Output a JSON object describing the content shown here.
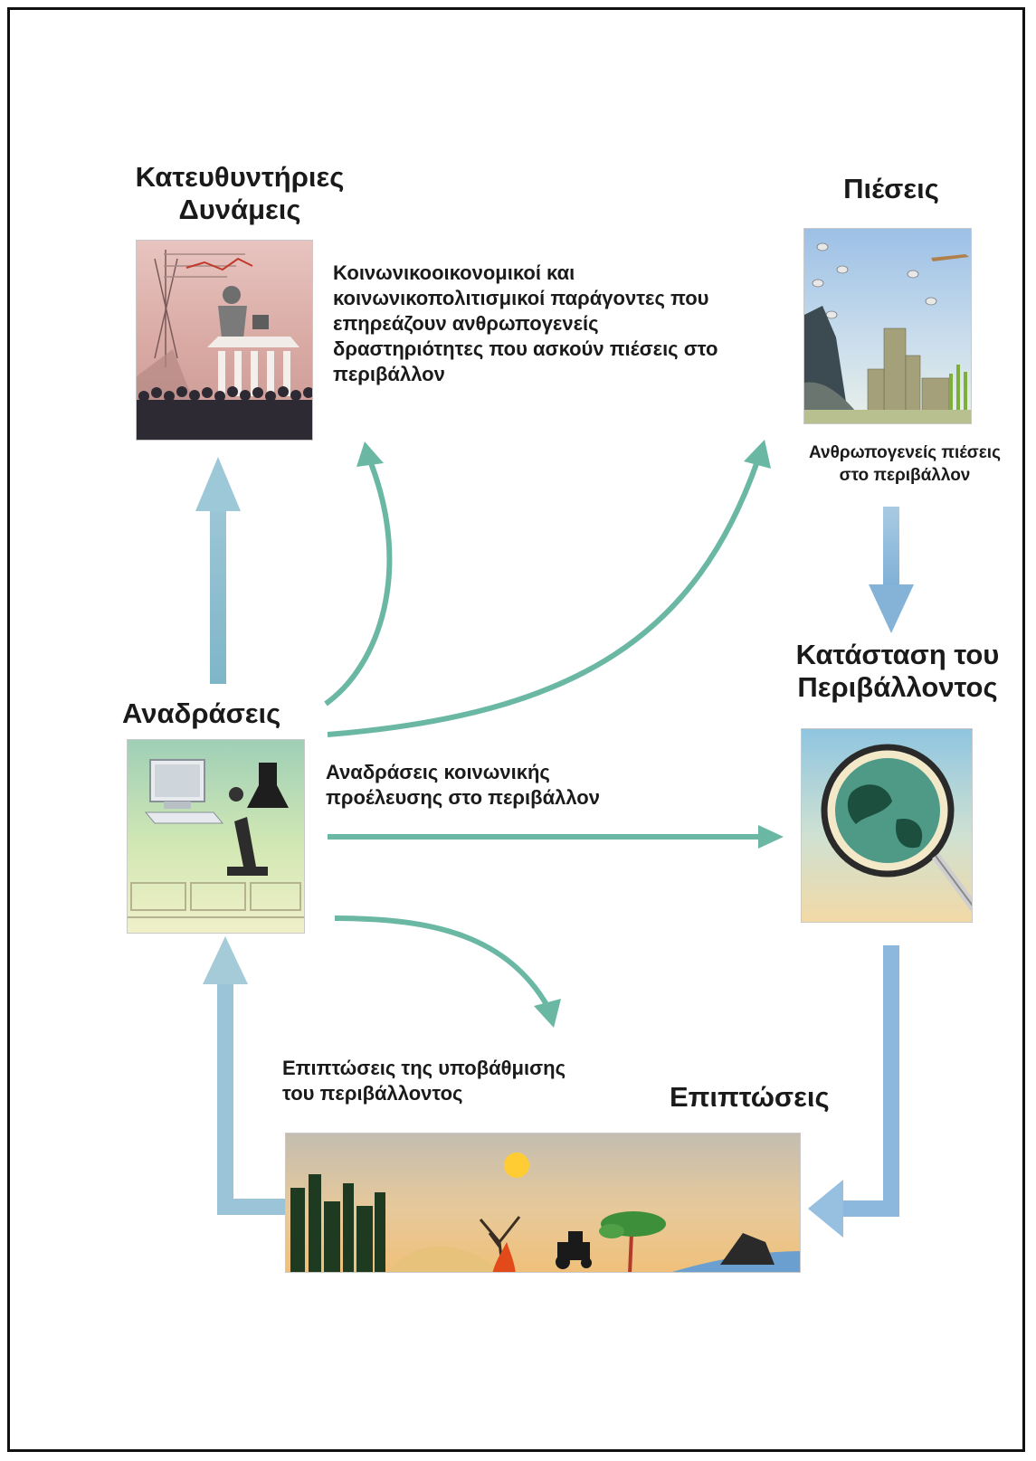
{
  "nodes": {
    "driving_forces": {
      "title_lines": [
        "Κατευθυντήριες",
        "Δυνάμεις"
      ],
      "description_lines": [
        "Κοινωνικοοικονομικοί και",
        "κοινωνικοπολιτισμικοί παράγοντες που",
        "επηρεάζουν ανθρωπογενείς",
        "δραστηριότητες που ασκούν πιέσεις στο",
        "περιβάλλον"
      ]
    },
    "pressures": {
      "title": "Πιέσεις",
      "description_lines": [
        "Ανθρωπογενείς πιέσεις",
        "στο περιβάλλον"
      ]
    },
    "state": {
      "title_lines": [
        "Κατάσταση του",
        "Περιβάλλοντος"
      ]
    },
    "impacts": {
      "title": "Επιπτώσεις",
      "description_lines": [
        "Επιπτώσεις της υποβάθμισης",
        "του περιβάλλοντος"
      ]
    },
    "responses": {
      "title": "Αναδράσεις",
      "description_lines": [
        "Αναδράσεις κοινωνικής",
        "προέλευσης στο περιβάλλον"
      ]
    }
  },
  "colors": {
    "blue_arrow": "#8fb8d8",
    "teal_arrow": "#6ab8a4",
    "border": "#111111"
  }
}
